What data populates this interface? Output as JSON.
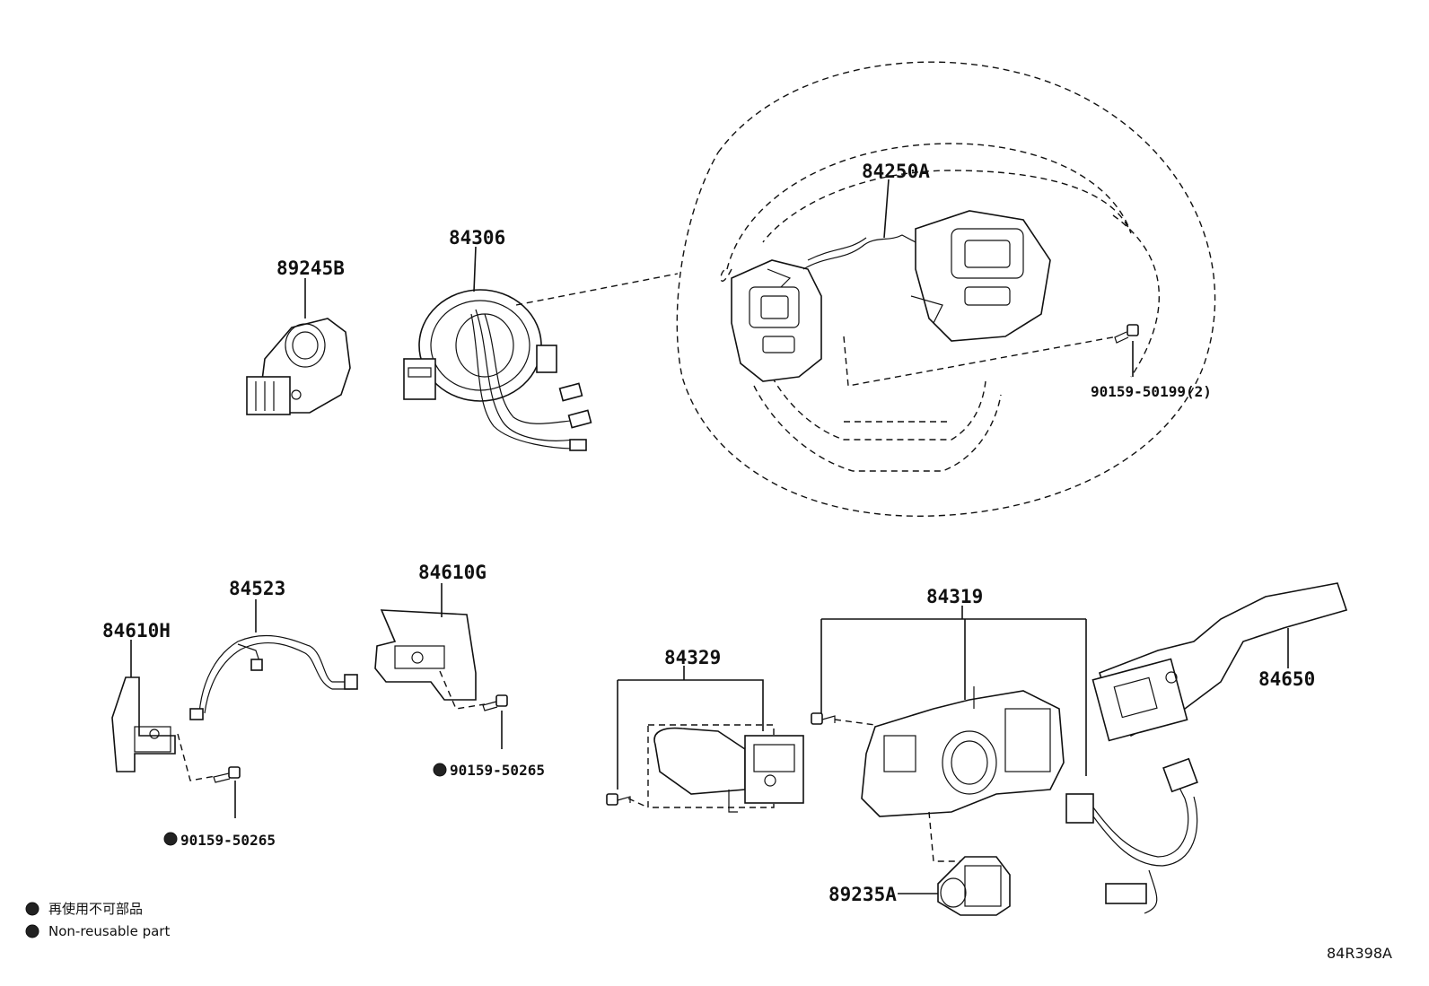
{
  "labels": {
    "p84250A": "84250A",
    "p84306": "84306",
    "p89245B": "89245B",
    "p90159_50199": "90159-50199(2)",
    "p84523": "84523",
    "p84610G": "84610G",
    "p84610H": "84610H",
    "p90159_50265_a": "90159-50265",
    "p90159_50265_b": "90159-50265",
    "p84329": "84329",
    "p84319": "84319",
    "p84650": "84650",
    "p89235A": "89235A"
  },
  "legend": {
    "jp": "再使用不可部品",
    "en": "Non-reusable part"
  },
  "figure_ref": "84R398A"
}
